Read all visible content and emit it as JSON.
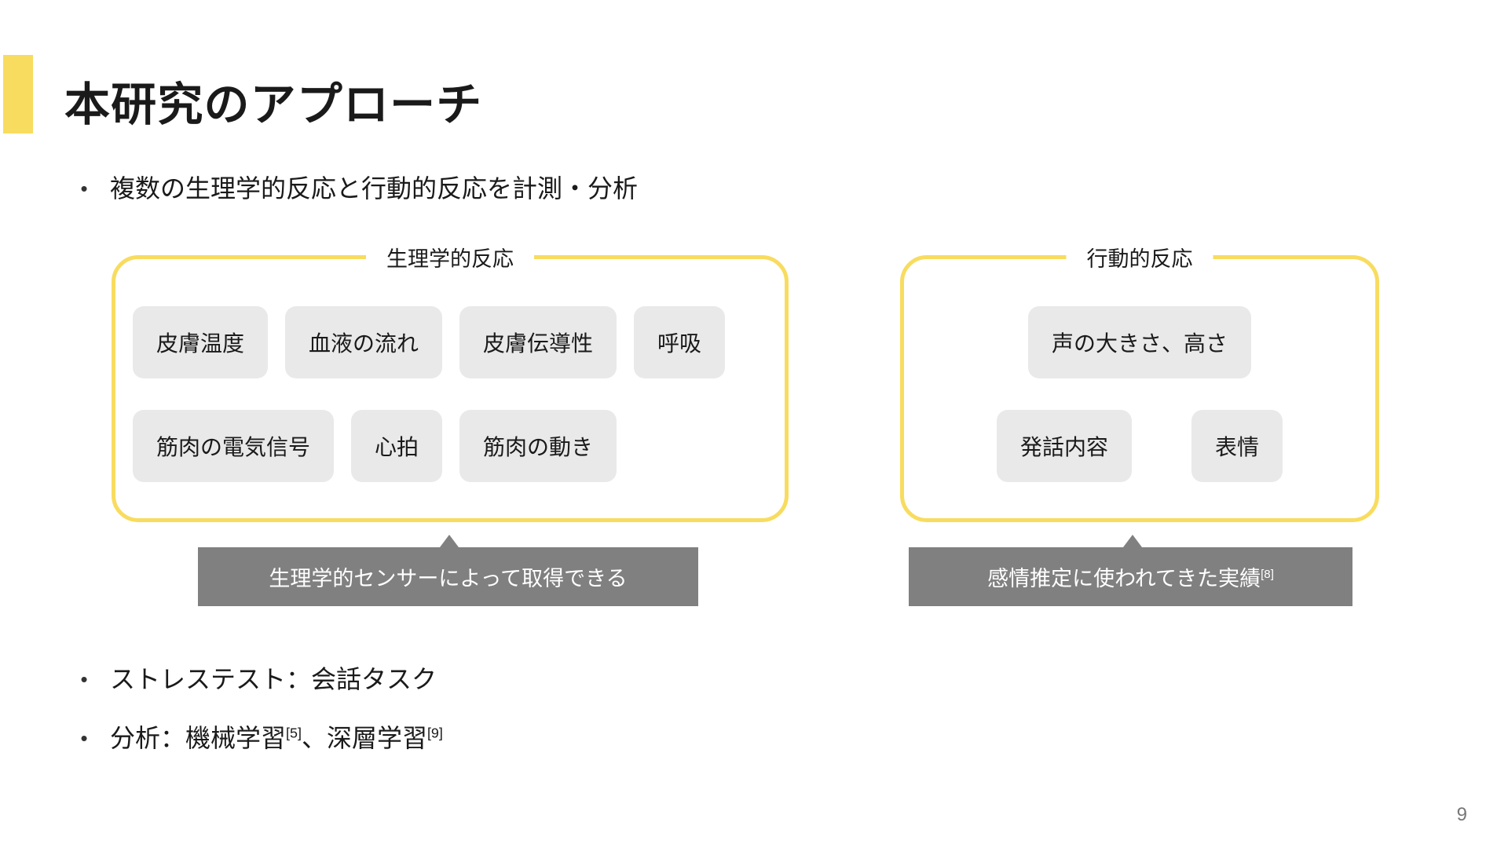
{
  "slide": {
    "title": "本研究のアプローチ",
    "page_number": "9",
    "accent_color": "#F8DC5F",
    "chip_color": "#E9E9E9",
    "callout_color": "#808080"
  },
  "bullets": {
    "top": {
      "marker": "•",
      "text": "複数の生理学的反応と行動的反応を計測・分析"
    },
    "bottom": [
      {
        "marker": "•",
        "text": "ストレステスト：会話タスク"
      },
      {
        "marker": "•",
        "text_a": "分析：機械学習",
        "cite_a": "[5]",
        "text_b": "、深層学習",
        "cite_b": "[9]"
      }
    ]
  },
  "groups": {
    "left": {
      "label": "生理学的反応",
      "row1": [
        "皮膚温度",
        "血液の流れ",
        "皮膚伝導性",
        "呼吸"
      ],
      "row2": [
        "筋肉の電気信号",
        "心拍",
        "筋肉の動き"
      ],
      "callout": "生理学的センサーによって取得できる"
    },
    "right": {
      "label": "行動的反応",
      "row1": [
        "声の大きさ、高さ"
      ],
      "row2": [
        "発話内容",
        "表情"
      ],
      "callout_text": "感情推定に使われてきた実績",
      "callout_cite": "[8]"
    }
  }
}
